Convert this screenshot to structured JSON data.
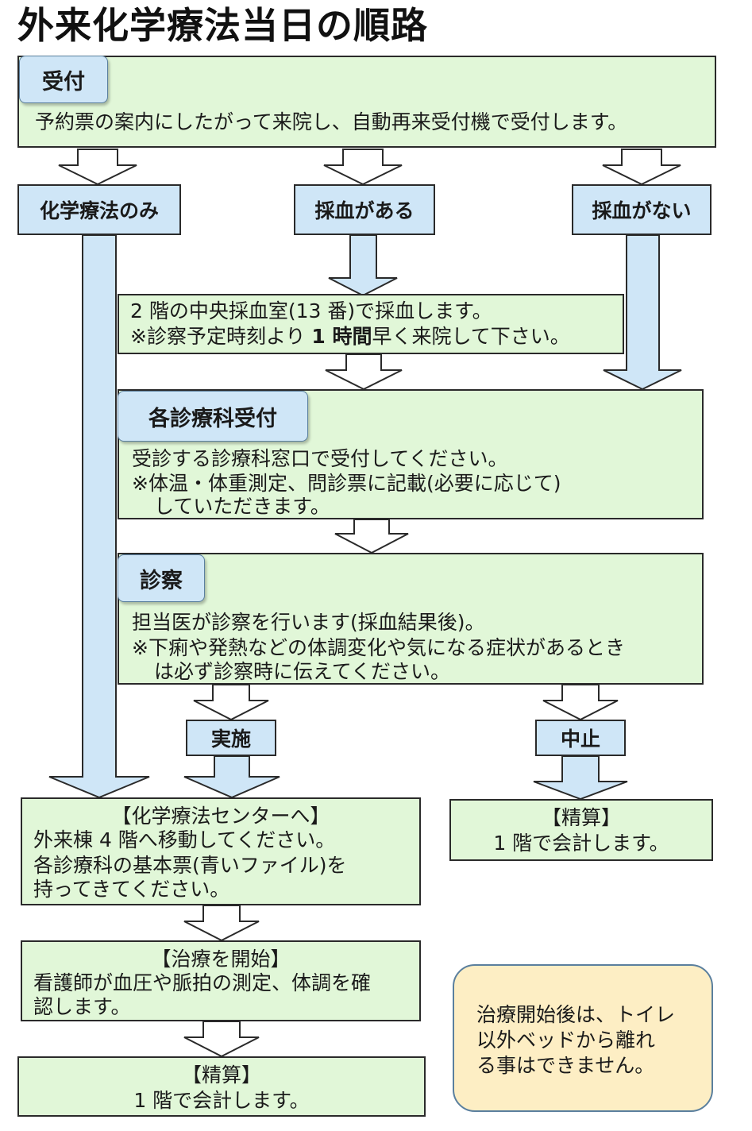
{
  "title": "外来化学療法当日の順路",
  "reception": {
    "tag": "受付",
    "text": "予約票の案内にしたがって来院し、自動再来受付機で受付します。"
  },
  "branches": {
    "chemo_only": "化学療法のみ",
    "with_blood": "採血がある",
    "no_blood": "採血がない"
  },
  "blood_draw": {
    "line1": "2 階の中央採血室(13 番)で採血します。",
    "line2_pre": "※診察予定時刻より ",
    "line2_bold": "1 時間",
    "line2_post": "早く来院して下さい。"
  },
  "dept_reception": {
    "tag": "各診療科受付",
    "line1": "受診する診療科窓口で受付してください。",
    "line2": "※体温・体重測定、問診票に記載(必要に応じて)",
    "line3": "していただきます。"
  },
  "exam": {
    "tag": "診察",
    "line1": "担当医が診察を行います(採血結果後)。",
    "line2": "※下痢や発熱などの体調変化や気になる症状があるとき",
    "line3": "は必ず診察時に伝えてください。"
  },
  "outcomes": {
    "proceed": "実施",
    "cancel": "中止"
  },
  "chemo_center": {
    "heading": "【化学療法センターへ】",
    "line1": "外来棟 4 階へ移動してください。",
    "line2": "各診療科の基本票(青いファイル)を",
    "line3": "持ってきてください。"
  },
  "payment_cancel": {
    "heading": "【精算】",
    "line1": "1 階で会計します。"
  },
  "treatment_start": {
    "heading": "【治療を開始】",
    "line1": "看護師が血圧や脈拍の測定、体調を確",
    "line2": "認します。"
  },
  "payment_final": {
    "heading": "【精算】",
    "line1": "1 階で会計します。"
  },
  "note": {
    "line1": "治療開始後は、トイレ",
    "line2": "以外ベッドから離れ",
    "line3": "る事はできません。"
  },
  "colors": {
    "box_fill": "#e1f7d8",
    "tag_fill": "#cfe6f7",
    "arrow_fill": "#cfe6f7",
    "note_fill": "#fdeec4"
  }
}
